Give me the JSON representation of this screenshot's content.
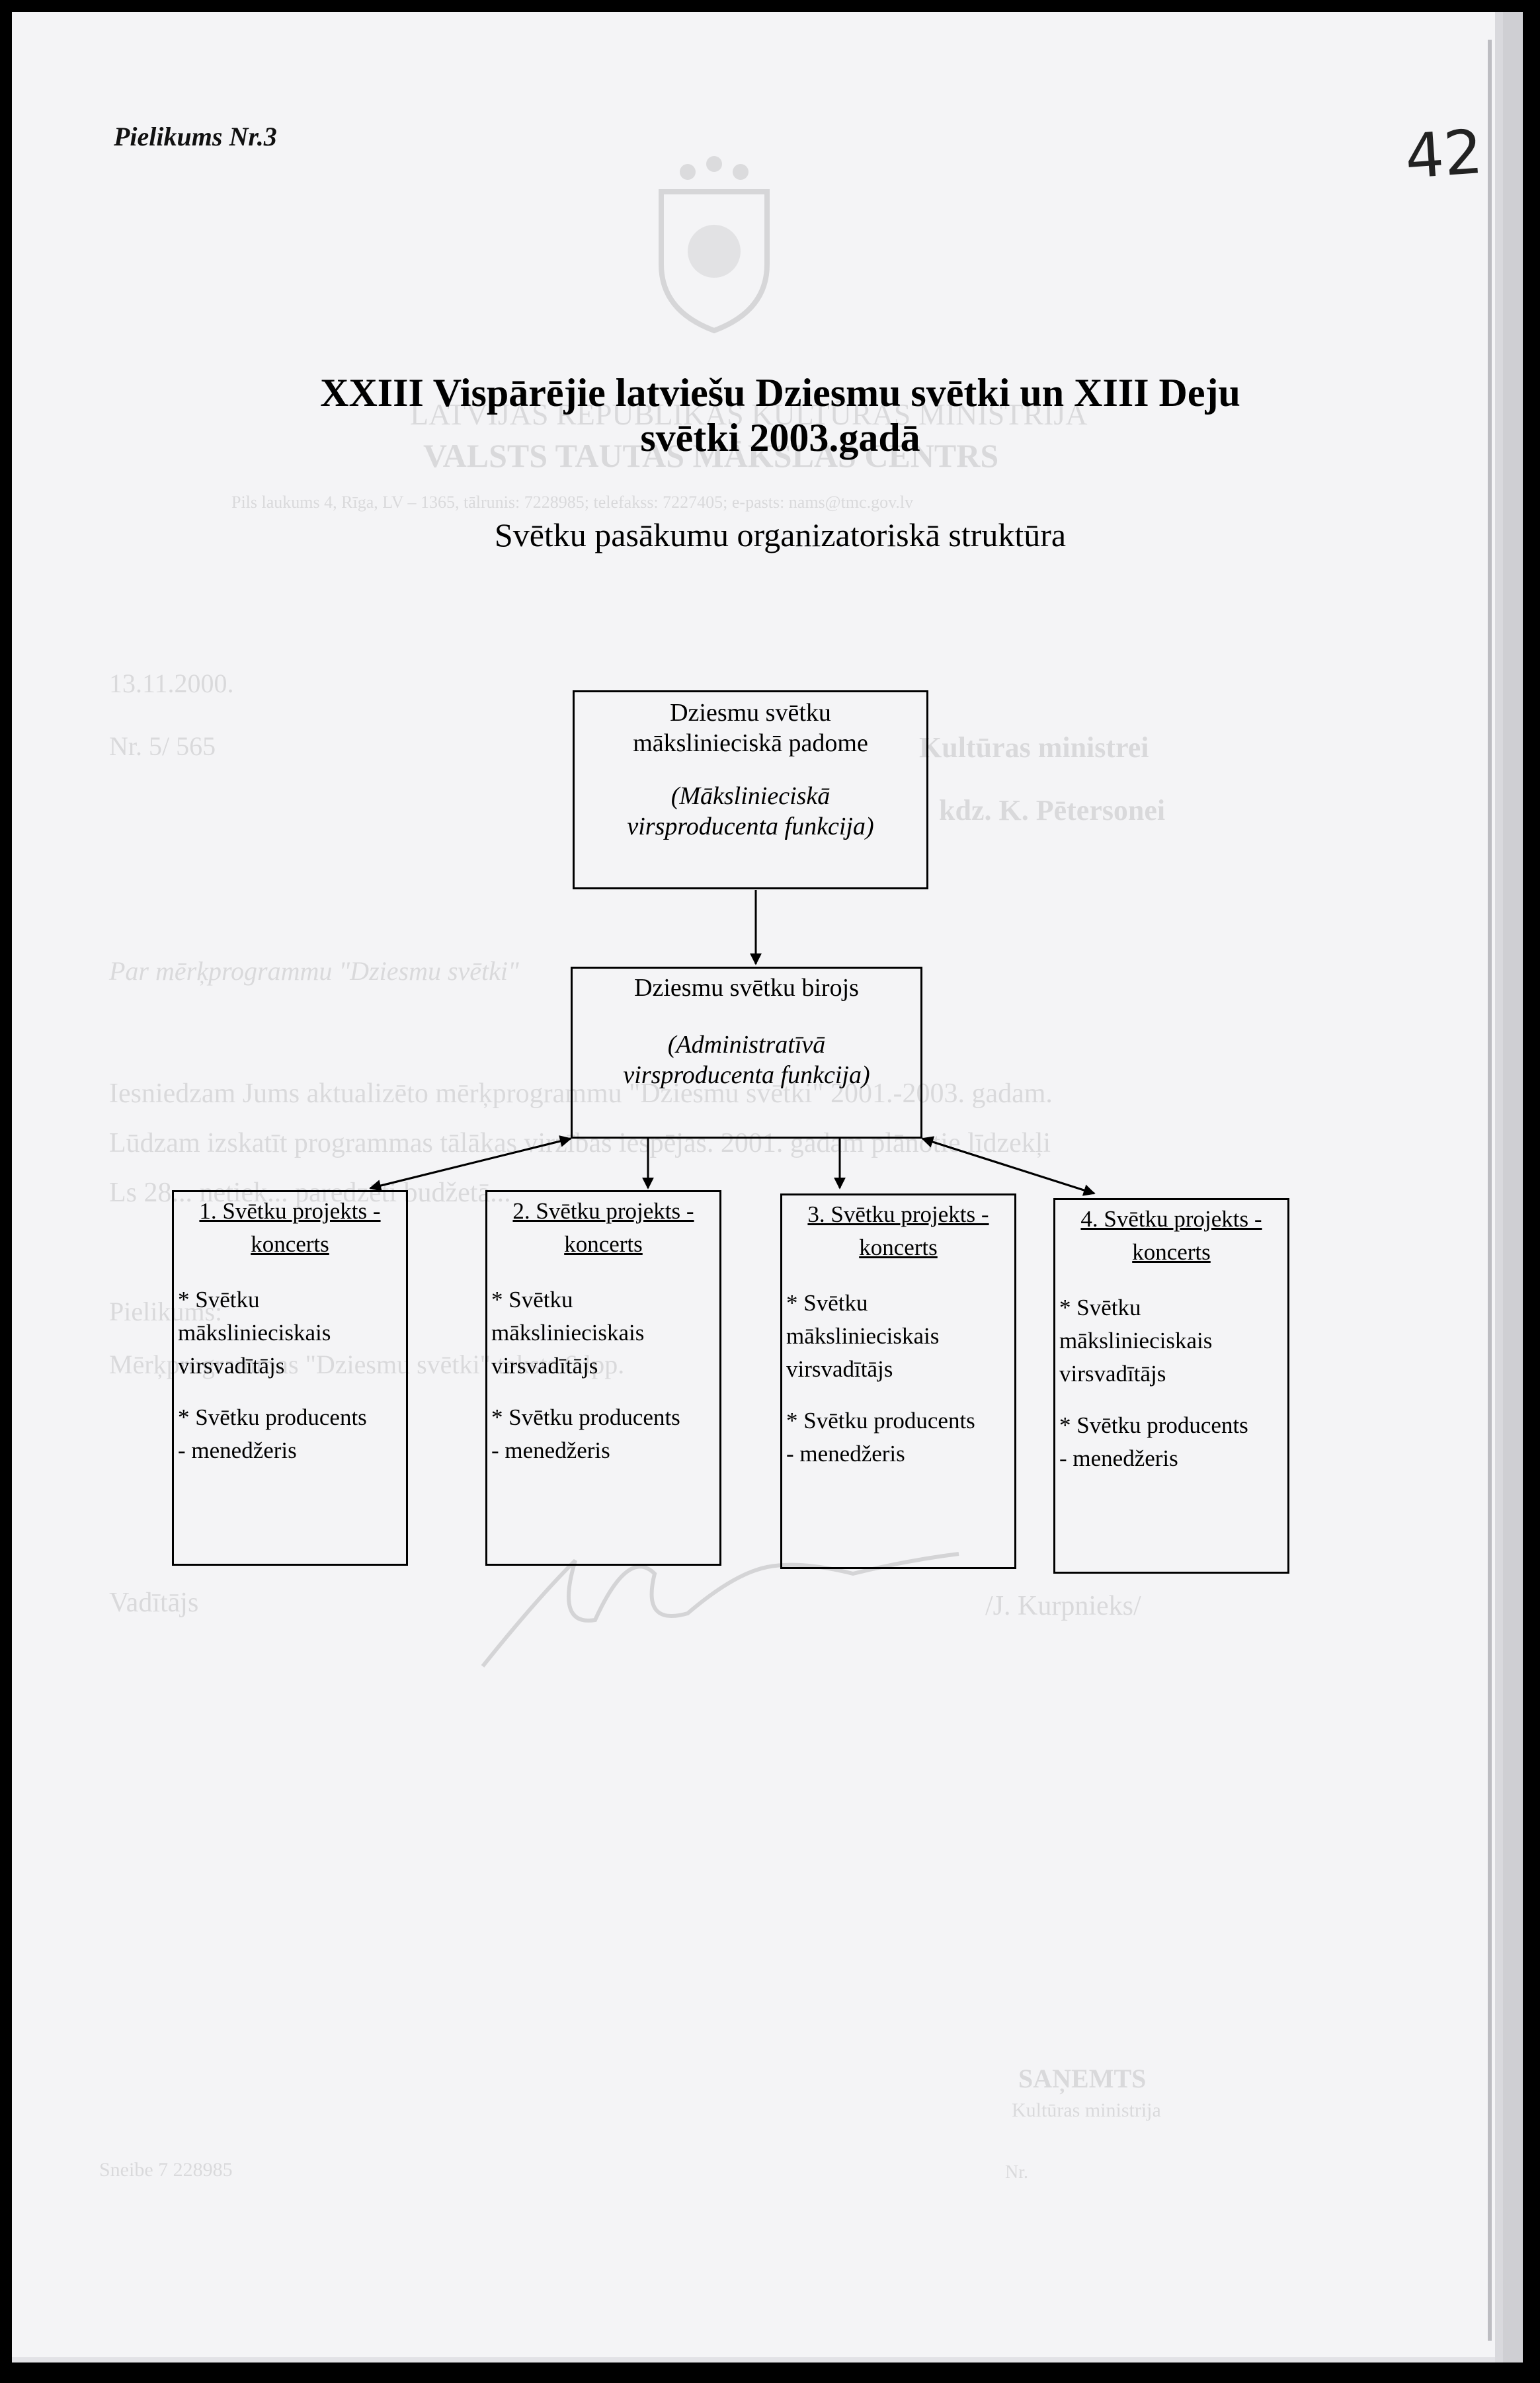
{
  "header": {
    "attachment_label": "Pielikums Nr.3",
    "page_number_handwritten": "42"
  },
  "title": {
    "line1": "XXIII Vispārējie latviešu Dziesmu svētki un XIII Deju",
    "line2": "svētki 2003.gadā",
    "subtitle": "Svētku pasākumu organizatoriskā struktūra"
  },
  "org_chart": {
    "top_box": {
      "name_line1": "Dziesmu svētku",
      "name_line2": "mākslinieciskā padome",
      "role_line1": "(Mākslinieciskā",
      "role_line2": "virsproducenta funkcija)"
    },
    "mid_box": {
      "name": "Dziesmu svētku birojs",
      "role_line1": "(Administratīvā",
      "role_line2": "virsproducenta funkcija)"
    },
    "projects": [
      {
        "heading_line1": "1. Svētku projekts -",
        "heading_line2": "koncerts",
        "item1_line1": "* Svētku",
        "item1_line2": "mākslinieciskais",
        "item1_line3": "virsvadītājs",
        "item2_line1": "* Svētku producents",
        "item2_line2": "- menedžeris"
      },
      {
        "heading_line1": "2. Svētku projekts -",
        "heading_line2": "koncerts",
        "item1_line1": "* Svētku",
        "item1_line2": "mākslinieciskais",
        "item1_line3": "virsvadītājs",
        "item2_line1": "* Svētku producents",
        "item2_line2": "- menedžeris"
      },
      {
        "heading_line1": "3. Svētku projekts -",
        "heading_line2": "koncerts",
        "item1_line1": "* Svētku",
        "item1_line2": "mākslinieciskais",
        "item1_line3": "virsvadītājs",
        "item2_line1": "* Svētku producents",
        "item2_line2": "- menedžeris"
      },
      {
        "heading_line1": "4. Svētku projekts -",
        "heading_line2": "koncerts",
        "item1_line1": "* Svētku",
        "item1_line2": "mākslinieciskais",
        "item1_line3": "virsvadītājs",
        "item2_line1": "* Svētku producents",
        "item2_line2": "- menedžeris"
      }
    ]
  },
  "show_through": {
    "ministry": "LATVIJAS REPUBLIKAS KULTŪRAS MINISTRIJA",
    "centre": "VALSTS TAUTAS MĀKSLAS CENTRS",
    "address": "Pils laukums 4, Rīga, LV – 1365, tālrunis: 7228985; telefakss: 7227405; e-pasts: nams@tmc.gov.lv",
    "date": "13.11.2000.",
    "number": "Nr. 5/ 565",
    "recipient1": "Kultūras ministrei",
    "recipient2": "kdz. K. Pētersonei",
    "subject": "Par mērķprogrammu \"Dziesmu svētki\"",
    "body1": "Iesniedzam Jums aktualizēto mērķprogrammu \"Dziesmu svētki\" 2001.-2003. gadam.",
    "body2": "Lūdzam izskatīt programmas tālākas virzības iespējas. 2001. gadam plānotie līdzekļi",
    "body3": "Ls 28... netiek... paredzēti budžetā...",
    "attach_label": "Pielikums:",
    "attach_text": "Mērķprogrammas \"Dziesmu svētki\" teksts 6 lpp.",
    "director_label": "Vadītājs",
    "director_name": "/J. Kurpnieks/",
    "stamp1": "SAŅEMTS",
    "stamp2": "Kultūras ministrija",
    "stamp3": "Nr.",
    "footer": "Sneibe 7 228985"
  }
}
